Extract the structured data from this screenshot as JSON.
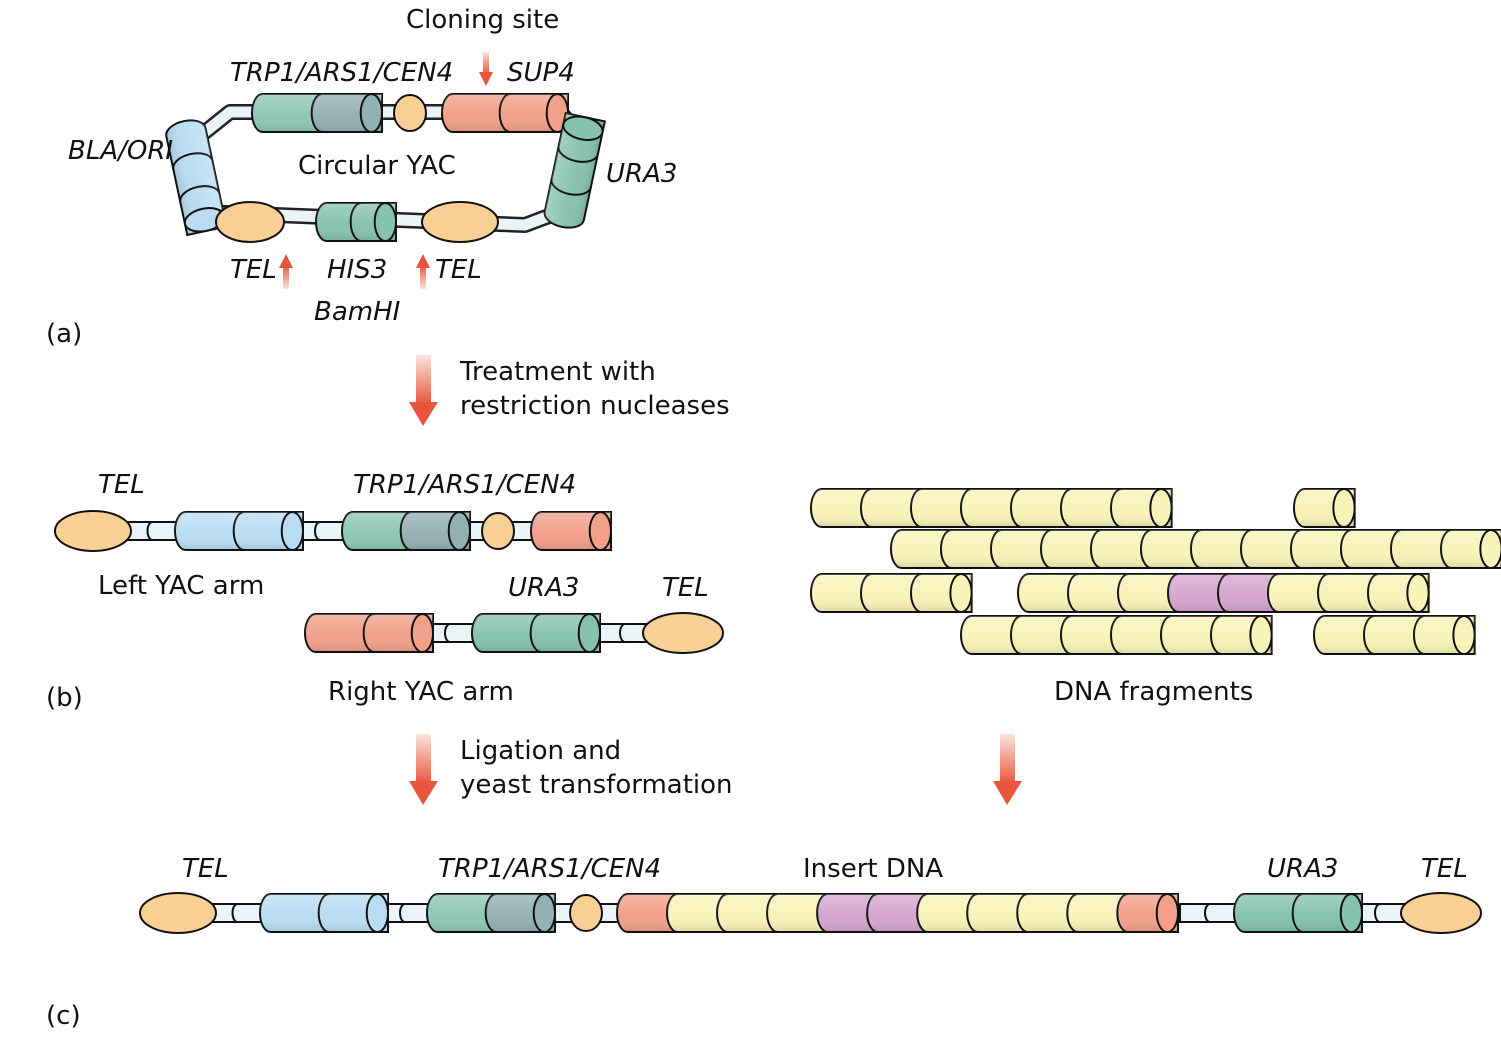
{
  "colors": {
    "tel": "#f8cf94",
    "bla_ori": "#b9dcf2",
    "trp1": "#8fc7b4",
    "ars_cen": "#93b0b3",
    "sup4": "#f2a08a",
    "ura3": "#86c2ae",
    "his3": "#86c2ae",
    "linker": "#eaf3f6",
    "fragment": "#f8f3b8",
    "insert_highlight": "#d4a6cf",
    "arrow": "#e8553c"
  },
  "panel_a": {
    "section_label": "(a)",
    "title": "Cloning site",
    "center_label": "Circular YAC",
    "labels": {
      "trp1_ars1_cen4": "TRP1/ARS1/CEN4",
      "sup4": "SUP4",
      "bla_ori": "BLA/ORI",
      "ura3": "URA3",
      "tel_left": "TEL",
      "his3": "HIS3",
      "tel_right": "TEL",
      "bamhi": "BamHI"
    }
  },
  "step1": {
    "line1": "Treatment with",
    "line2": "restriction nucleases"
  },
  "panel_b": {
    "section_label": "(b)",
    "left_arm": {
      "caption": "Left YAC arm",
      "tel_label": "TEL",
      "trp_label": "TRP1/ARS1/CEN4"
    },
    "right_arm": {
      "caption": "Right YAC arm",
      "ura3_label": "URA3",
      "tel_label": "TEL"
    },
    "fragments": {
      "caption": "DNA fragments"
    }
  },
  "step2": {
    "line1": "Ligation and",
    "line2": "yeast transformation"
  },
  "panel_c": {
    "section_label": "(c)",
    "tel_left": "TEL",
    "trp_label": "TRP1/ARS1/CEN4",
    "insert_label": "Insert DNA",
    "ura3_label": "URA3",
    "tel_right": "TEL"
  }
}
